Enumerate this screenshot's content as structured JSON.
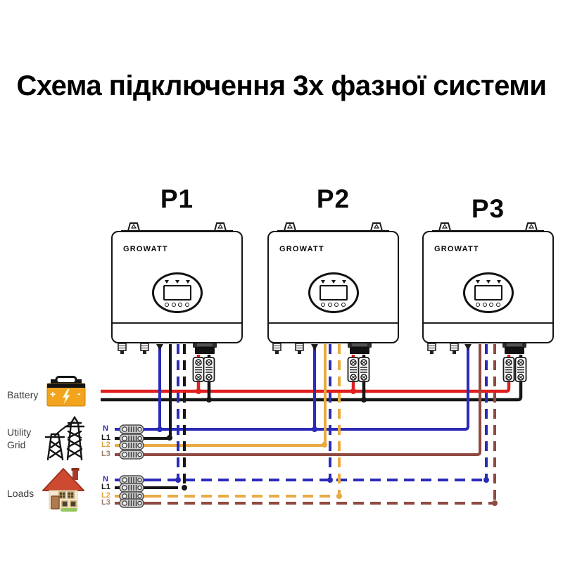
{
  "title": "Схема підключення 3х фазної системи",
  "inverters": [
    {
      "label": "P1",
      "brand": "GROWATT"
    },
    {
      "label": "P2",
      "brand": "GROWATT"
    },
    {
      "label": "P3",
      "brand": "GROWATT"
    }
  ],
  "battery": {
    "label": "Battery",
    "plus": "+",
    "minus": "-"
  },
  "utility_grid": {
    "label_line1": "Utility",
    "label_line2": "Grid",
    "lines": {
      "n": "N",
      "l1": "L1",
      "l2": "L2",
      "l3": "L3"
    }
  },
  "loads": {
    "label": "Loads",
    "lines": {
      "n": "N",
      "l1": "L1",
      "l2": "L2",
      "l3": "L3"
    }
  },
  "colors": {
    "battery_positive": "#e01f1f",
    "battery_negative": "#161616",
    "neutral": "#2b2bb8",
    "line1": "#161616",
    "line2": "#e8ab43",
    "line3": "#8f4a41"
  }
}
